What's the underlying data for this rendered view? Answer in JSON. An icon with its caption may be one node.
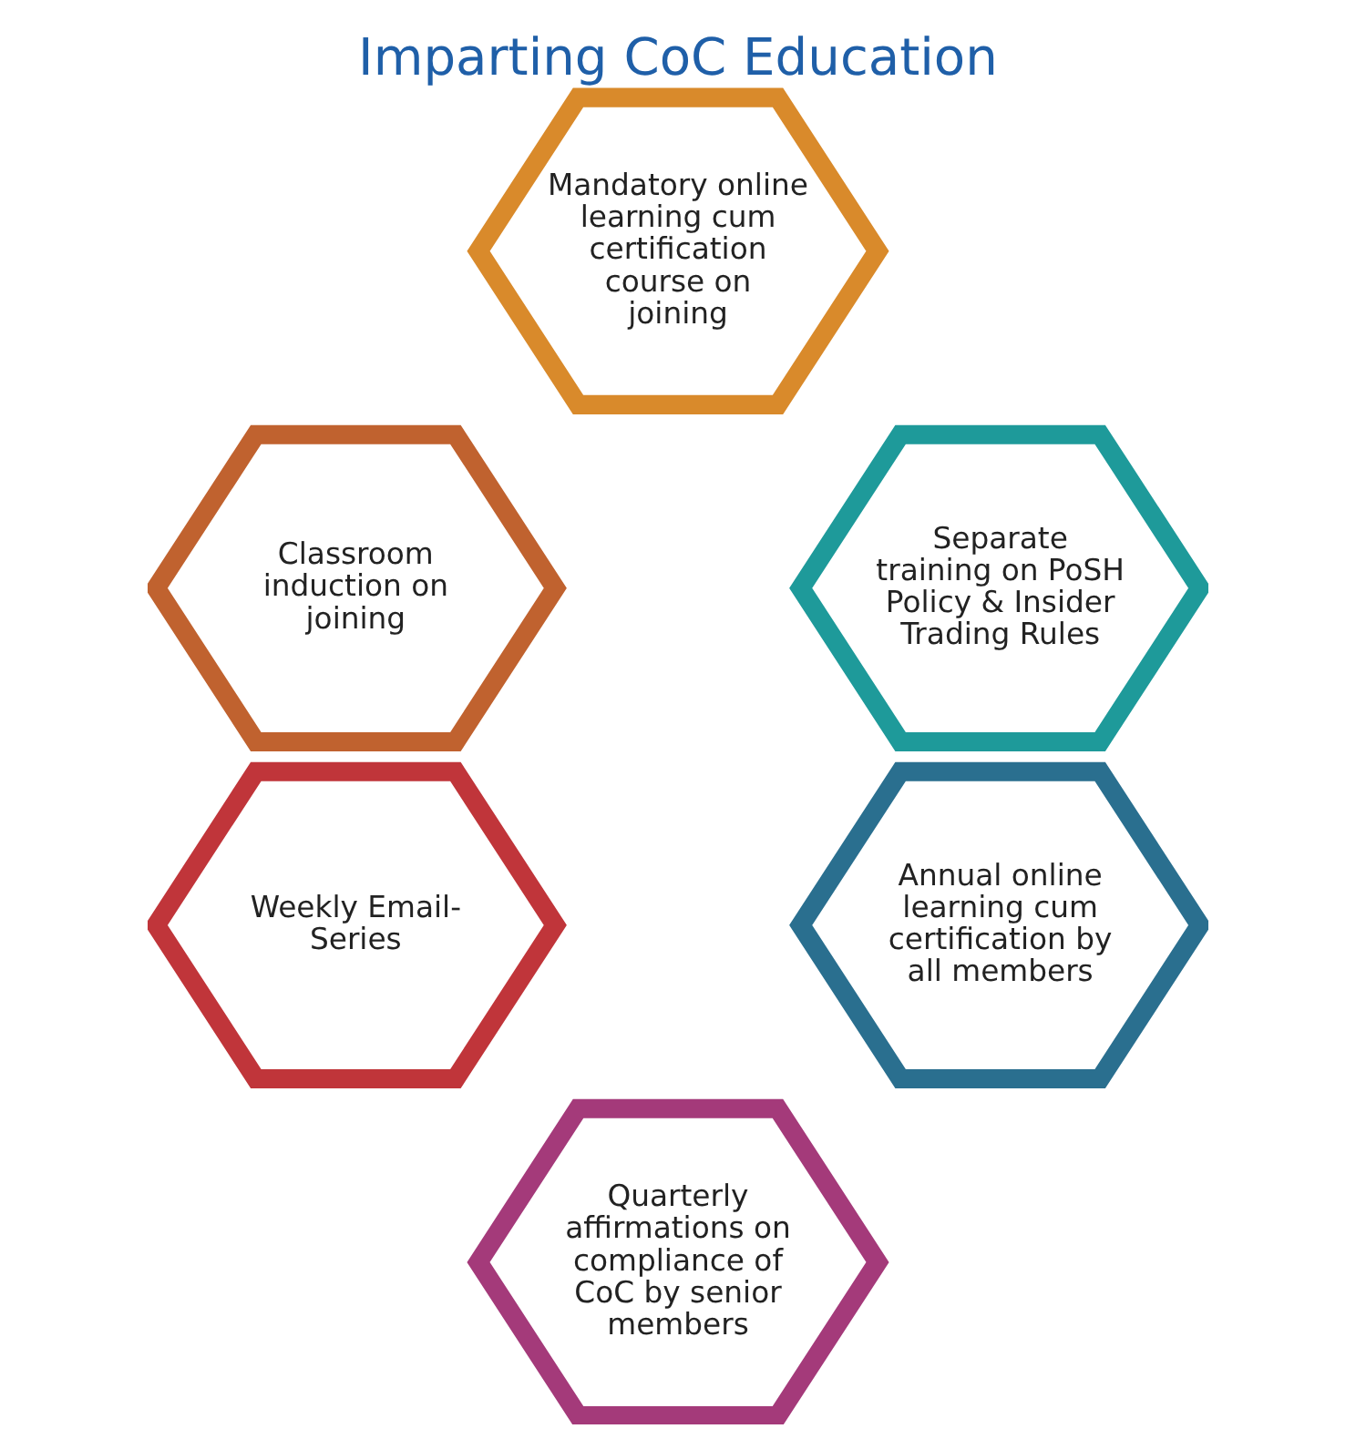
{
  "diagram": {
    "title": "Imparting CoC Education",
    "nodes": [
      {
        "text": [
          "Mandatory online learning cum certification course on joining"
        ]
      },
      {
        "text": [
          "Classroom induction on joining"
        ]
      },
      {
        "text": [
          "Weekly Email- Series"
        ]
      },
      {
        "text": [
          "Quarterly affirmations on compliance of CoC by senior members"
        ]
      },
      {
        "text": [
          "Annual online learning cum certification by all members"
        ]
      },
      {
        "text": [
          "Separate training on PoSH Policy & Insider Trading Rules"
        ]
      }
    ],
    "edges": []
  }
}
